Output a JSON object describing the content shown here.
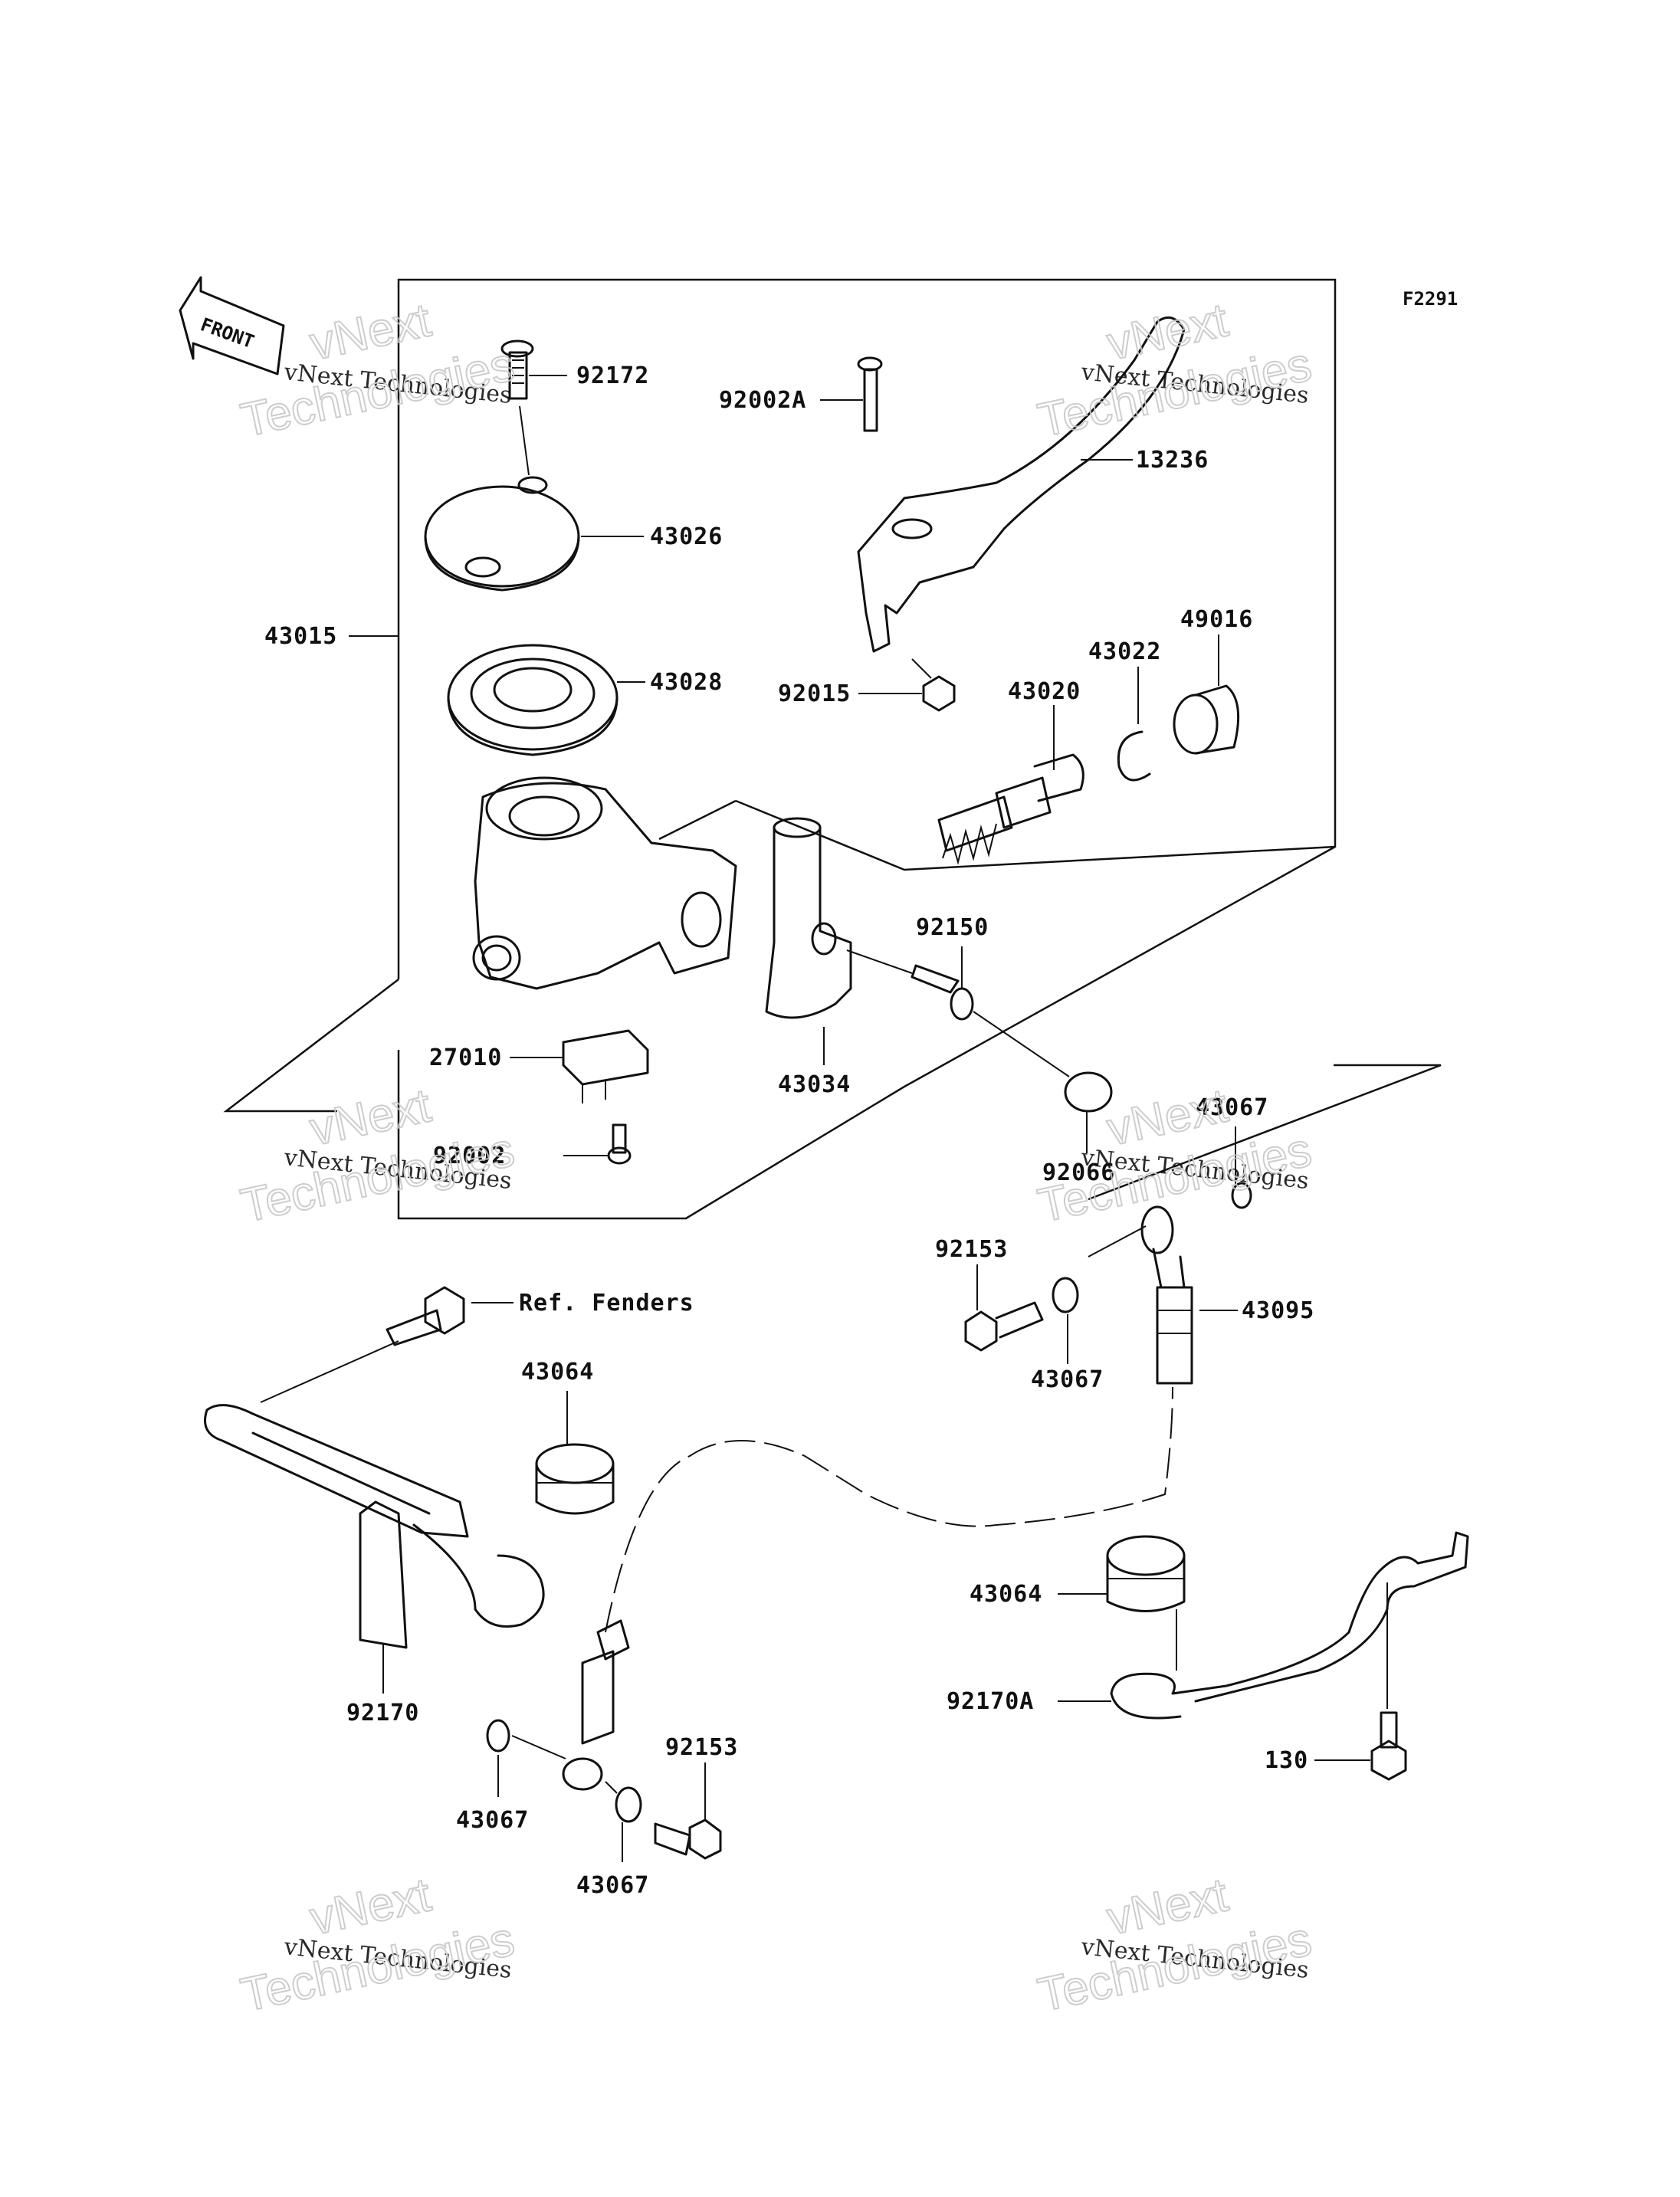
{
  "figure_code": "F2291",
  "front_arrow": {
    "label": "FRONT",
    "icon": "front-arrow-icon"
  },
  "watermark": {
    "line1": "vNext",
    "line2": "vNext Technologies",
    "line3": "Technologies"
  },
  "parts": {
    "p92172": "92172",
    "p43026": "43026",
    "p43015": "43015",
    "p43028": "43028",
    "p92002A": "92002A",
    "p13236": "13236",
    "p92015": "92015",
    "p49016": "49016",
    "p43022": "43022",
    "p43020": "43020",
    "p92150": "92150",
    "p27010": "27010",
    "p43034": "43034",
    "p92002": "92002",
    "p43067a": "43067",
    "p92066": "92066",
    "p92153a": "92153",
    "p43095": "43095",
    "p43067b": "43067",
    "ref_fenders": "Ref. Fenders",
    "p43064a": "43064",
    "p43064b": "43064",
    "p92170": "92170",
    "p92170A": "92170A",
    "p92153b": "92153",
    "p130": "130",
    "p43067c": "43067",
    "p43067d": "43067"
  }
}
